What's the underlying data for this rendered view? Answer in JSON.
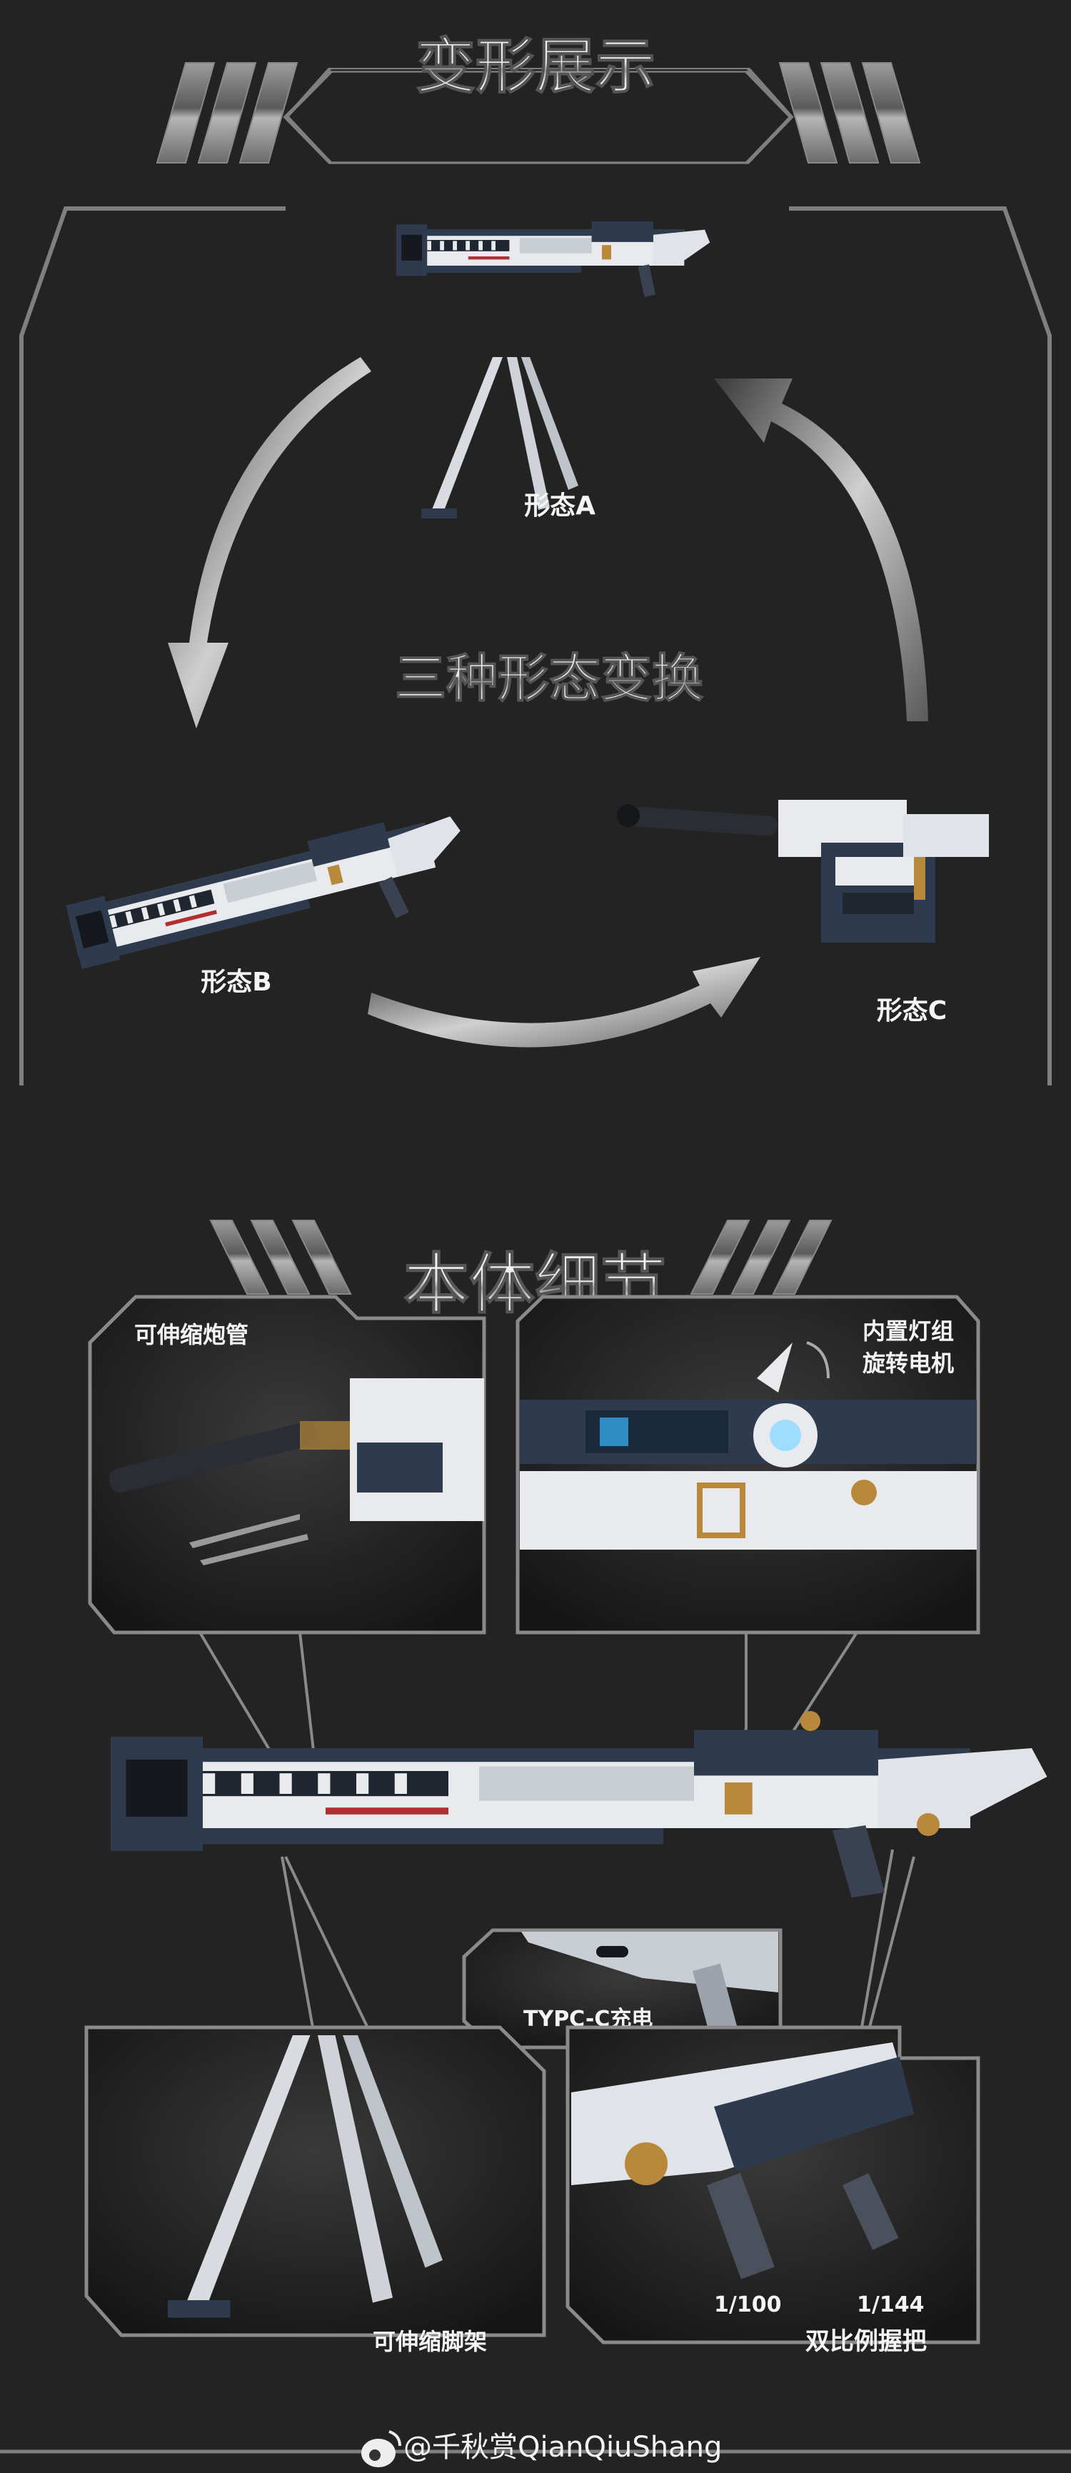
{
  "section_transform": {
    "title": "变形展示",
    "center_caption": "三种形态变换",
    "forms": [
      {
        "label": "形态A"
      },
      {
        "label": "形态B"
      },
      {
        "label": "形态C"
      }
    ]
  },
  "section_details": {
    "title": "本体细节",
    "callouts": {
      "barrel": "可伸缩炮管",
      "light_line1": "内置灯组",
      "light_line2": "旋转电机",
      "charging": "TYPC-C充电",
      "tripod": "可伸缩脚架",
      "grip": "双比例握把",
      "scale_a": "1/100",
      "scale_b": "1/144"
    }
  },
  "watermark": {
    "text": "@千秋赏QianQiuShang",
    "icon": "weibo-icon"
  },
  "colors": {
    "background": "#232323",
    "frame": "#7f7f7f",
    "gun_white": "#e8eaee",
    "gun_navy": "#2e3a4e",
    "accent_gold": "#b8893a"
  }
}
